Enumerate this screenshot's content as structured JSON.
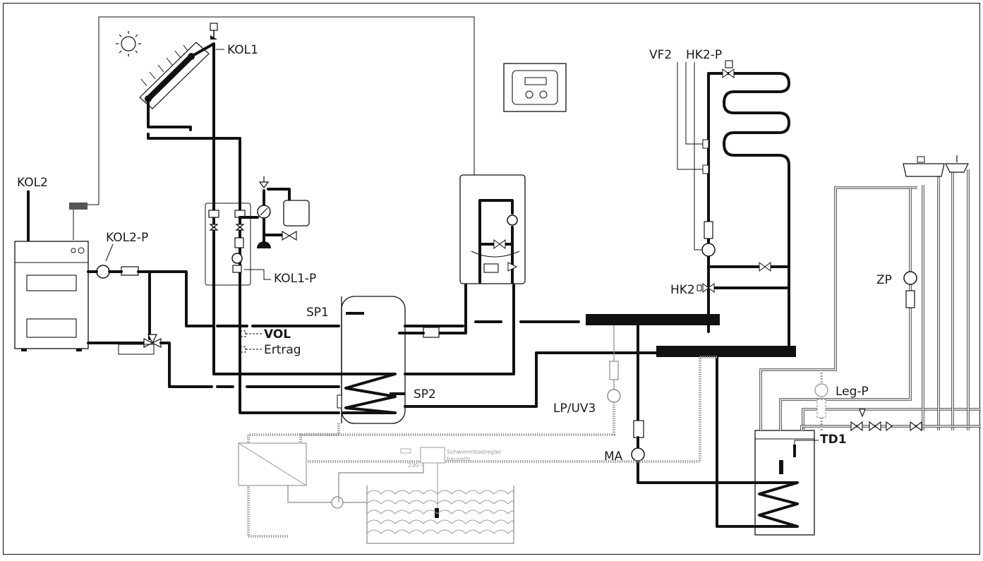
{
  "labels": {
    "kol1": "KOL1",
    "kol2": "KOL2",
    "kol2p": "KOL2-P",
    "kol1p": "KOL1-P",
    "vol": "VOL",
    "ertrag": "Ertrag",
    "sp1": "SP1",
    "sp2": "SP2",
    "lpuv3": "LP/UV3",
    "ma": "MA",
    "vf2": "VF2",
    "hk2p": "HK2-P",
    "hk2": "HK2",
    "zp": "ZP",
    "legp": "Leg-P",
    "td1": "TD1",
    "pool_controller_1": "Schwimmbadregler",
    "pool_controller_2": "bauseits",
    "mains": "230~"
  },
  "colors": {
    "pipe": "#111111",
    "secondary": "#9a9a9a",
    "water": "#888888"
  }
}
